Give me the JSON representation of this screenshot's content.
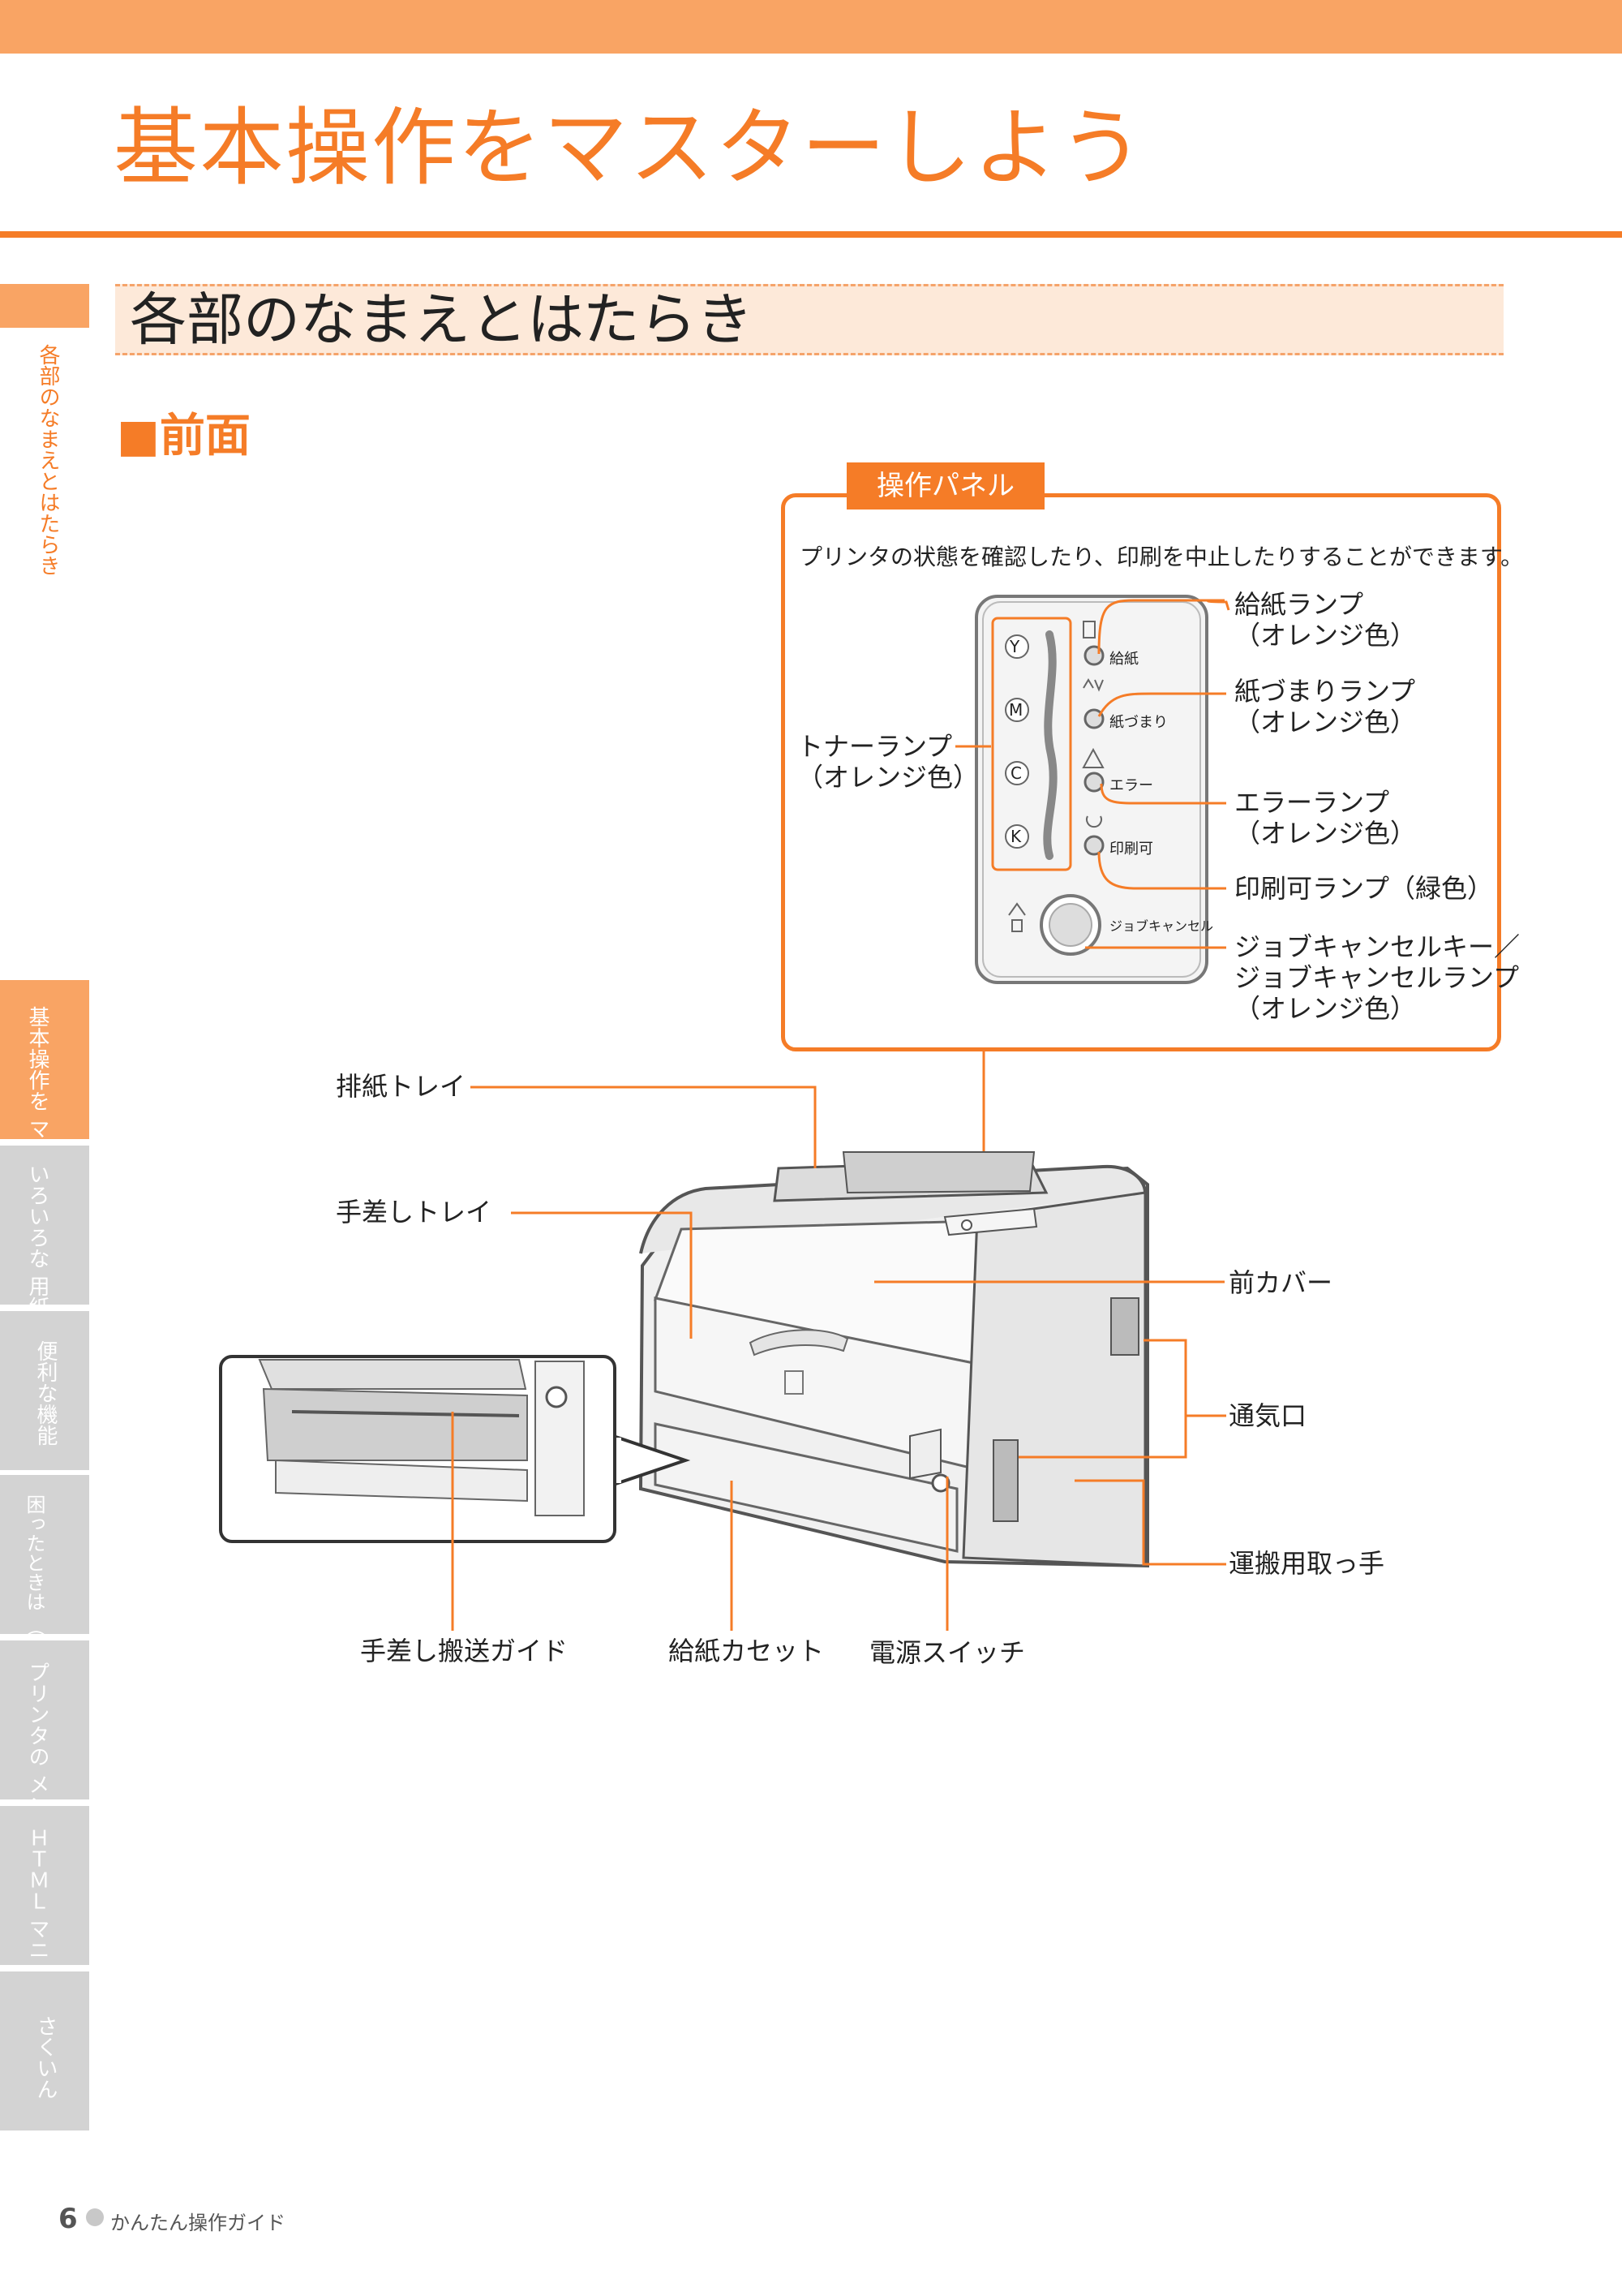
{
  "page_title": "基本操作をマスターしよう",
  "section_title": "各部のなまえとはたらき",
  "subsection_title": "■前面",
  "side_nav": {
    "current_section": "各部のなまえとはたらき",
    "tabs": [
      {
        "label": "基本操作を マスター",
        "active": true
      },
      {
        "label": "いろいろな 用紙への印刷",
        "active": false
      },
      {
        "label": "便利な機能",
        "active": false
      },
      {
        "label": "困ったときは （トラブルの対処法）",
        "active": false
      },
      {
        "label": "プリンタの メンテナンス",
        "active": false
      },
      {
        "label": "ＨＴＭＬ マニュアル",
        "active": false
      },
      {
        "label": "さくいん",
        "active": false
      }
    ]
  },
  "panel": {
    "tag": "操作パネル",
    "description": "プリンタの状態を確認したり、印刷を中止したりすることができます。",
    "toner_letters": [
      "Y",
      "M",
      "C",
      "K"
    ],
    "lamp_text": {
      "feed": "給紙",
      "jam": "紙づまり",
      "error": "エラー",
      "ready": "印刷可",
      "cancel": "ジョブキャンセル"
    },
    "callouts": {
      "feed_lamp": [
        "給紙ランプ",
        "（オレンジ色）"
      ],
      "jam_lamp": [
        "紙づまりランプ",
        "（オレンジ色）"
      ],
      "toner_lamp": [
        "トナーランプ",
        "（オレンジ色）"
      ],
      "error_lamp": [
        "エラーランプ",
        "（オレンジ色）"
      ],
      "ready_lamp": "印刷可ランプ（緑色）",
      "cancel_key": [
        "ジョブキャンセルキー／",
        "ジョブキャンセルランプ",
        "（オレンジ色）"
      ]
    }
  },
  "printer_labels": {
    "output_tray": "排紙トレイ",
    "manual_tray": "手差しトレイ",
    "front_cover": "前カバー",
    "vent": "通気口",
    "handle": "運搬用取っ手",
    "manual_guide": "手差し搬送ガイド",
    "paper_cassette": "給紙カセット",
    "power_switch": "電源スイッチ"
  },
  "footer": {
    "page_number": "6",
    "guide_name": "かんたん操作ガイド"
  },
  "colors": {
    "accent": "#f57c27",
    "accent_light": "#f9a464",
    "tab_gray": "#d3d3d3",
    "section_bg": "#fde9d9"
  }
}
